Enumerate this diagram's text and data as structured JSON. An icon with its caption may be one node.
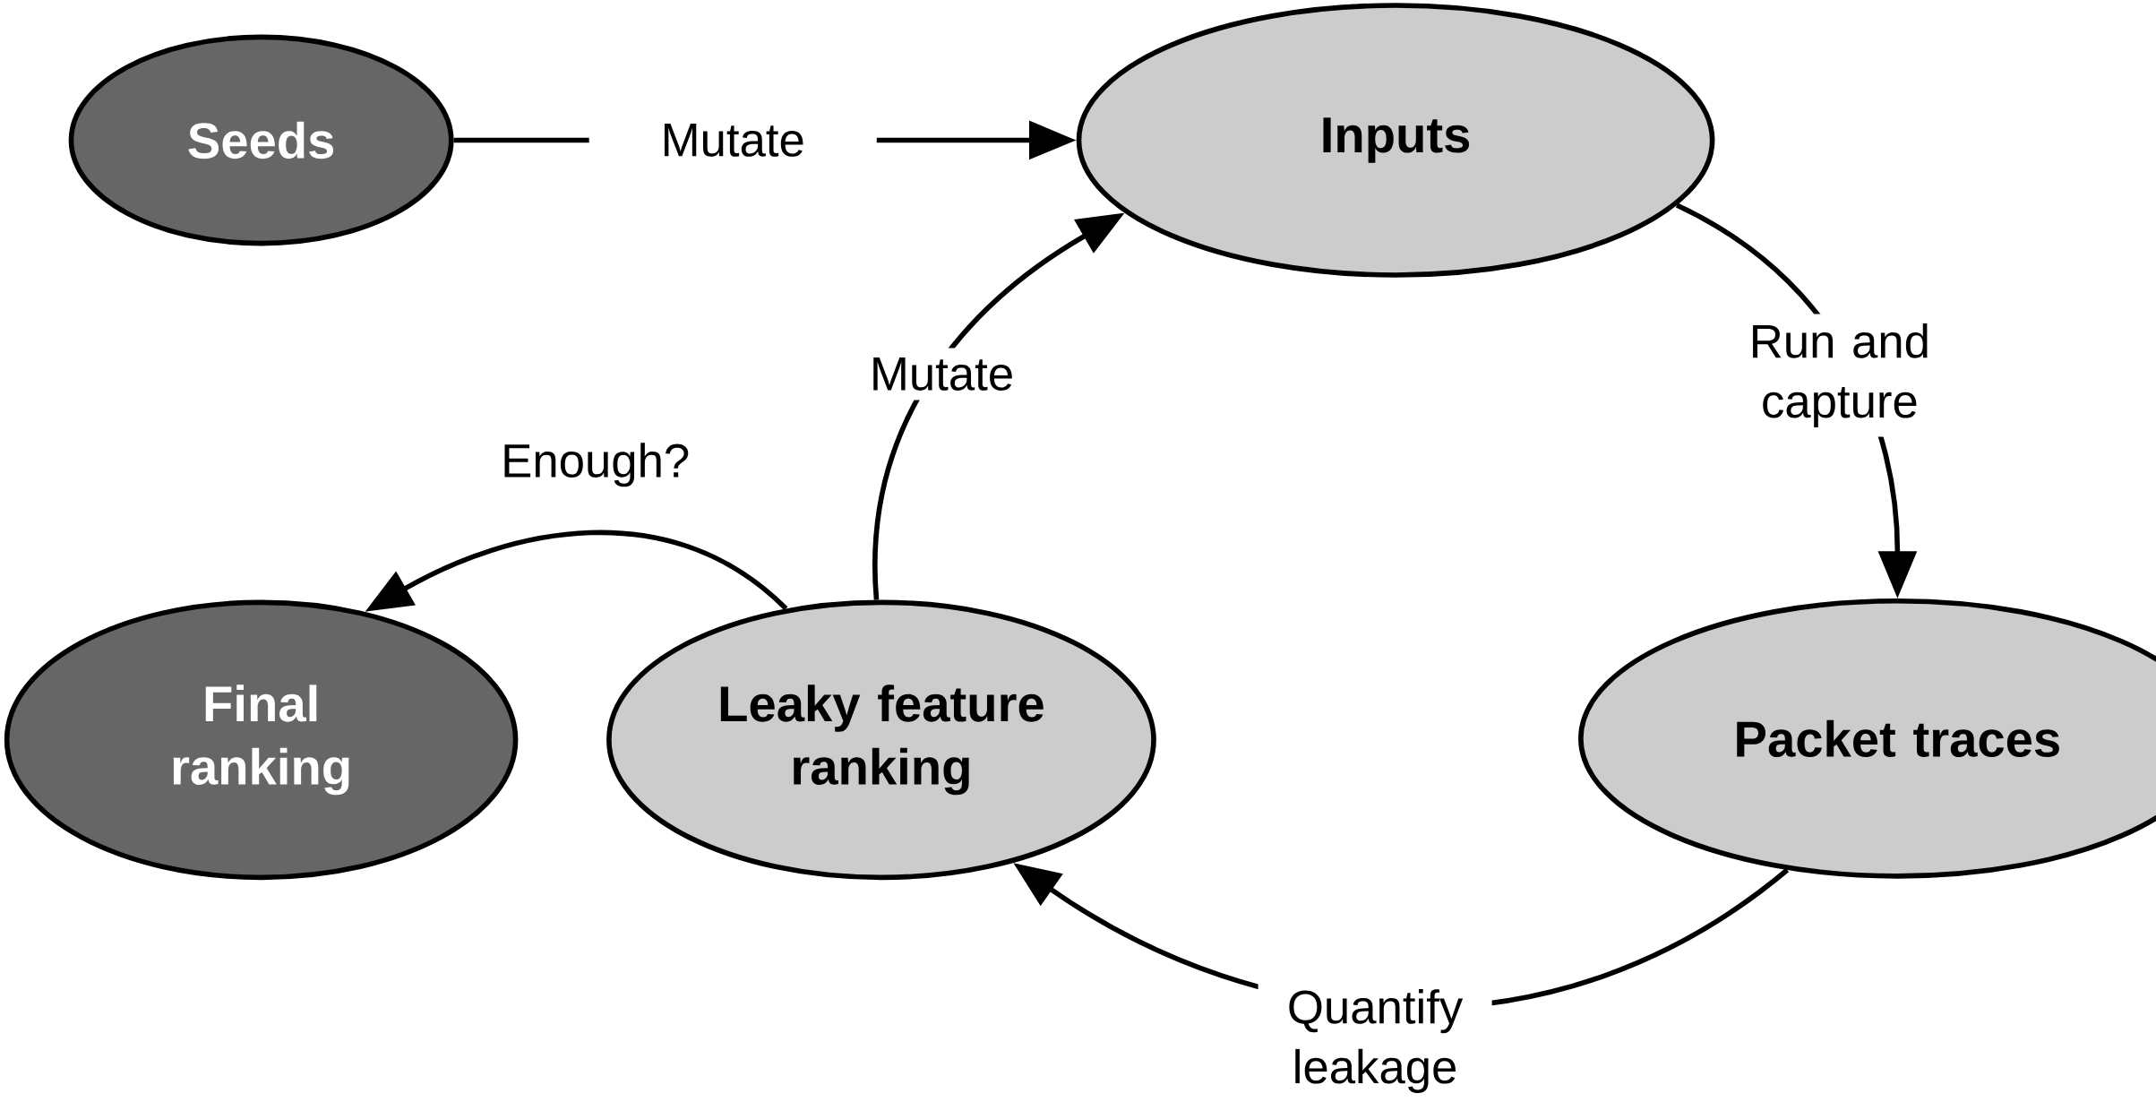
{
  "diagram": {
    "nodes": [
      {
        "text": [
          "Seeds"
        ]
      },
      {
        "text": [
          "Inputs"
        ]
      },
      {
        "text": [
          "Packet traces"
        ]
      },
      {
        "text": [
          "Leaky feature ranking"
        ]
      },
      {
        "text": [
          "Final ranking"
        ]
      }
    ],
    "edges": [
      {
        "from": 0,
        "to": 1,
        "arrow": "to",
        "label": "Mutate"
      },
      {
        "from": 1,
        "to": 2,
        "arrow": "to",
        "label": "Run and capture"
      },
      {
        "from": 2,
        "to": 3,
        "arrow": "to",
        "label": "Quantify leakage"
      },
      {
        "from": 3,
        "to": 1,
        "arrow": "to",
        "label": "Mutate"
      },
      {
        "from": 3,
        "to": 4,
        "arrow": "to",
        "label": "Enough?"
      }
    ]
  }
}
